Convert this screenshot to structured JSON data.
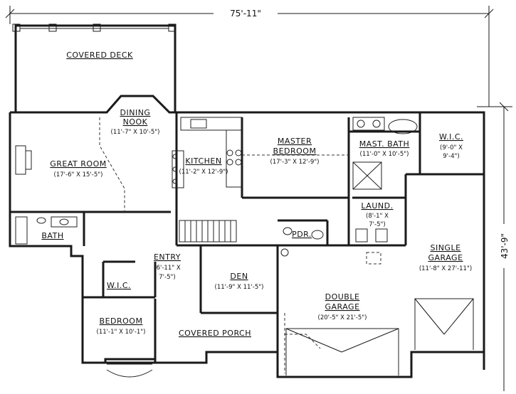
{
  "dimensions": {
    "overall_width": "75'-11\"",
    "overall_depth": "43'-9\""
  },
  "rooms": {
    "covered_deck": {
      "name": "COVERED DECK"
    },
    "dining_nook": {
      "name_line1": "DINING",
      "name_line2": "NOOK",
      "size": "(11'-7\" X 10'-5\")"
    },
    "great_room": {
      "name": "GREAT ROOM",
      "size": "(17'-6\" X 15'-5\")"
    },
    "kitchen": {
      "name": "KITCHEN",
      "size": "(11'-2\" X 12'-9\")"
    },
    "master_bedroom": {
      "name_line1": "MASTER",
      "name_line2": "BEDROOM",
      "size": "(17'-3\" X 12'-9\")"
    },
    "master_bath": {
      "name": "MAST. BATH",
      "size": "(11'-0\" X 10'-5\")"
    },
    "master_wic": {
      "name": "W.I.C.",
      "size_line1": "(9'-0\" X",
      "size_line2": "9'-4\")"
    },
    "bath": {
      "name": "BATH"
    },
    "laundry": {
      "name": "LAUND.",
      "size_line1": "(8'-1\" X",
      "size_line2": "7'-5\")"
    },
    "powder": {
      "name": "PDR."
    },
    "entry": {
      "name": "ENTRY",
      "size_line1": "(6'-11\" X",
      "size_line2": "7'-5\")"
    },
    "den": {
      "name": "DEN",
      "size": "(11'-9\" X 11'-5\")"
    },
    "bedroom_wic": {
      "name": "W.I.C."
    },
    "bedroom": {
      "name": "BEDROOM",
      "size": "(11'-1\" X 10'-1\")"
    },
    "covered_porch": {
      "name": "COVERED PORCH"
    },
    "double_garage": {
      "name_line1": "DOUBLE",
      "name_line2": "GARAGE",
      "size": "(20'-5\" X 21'-5\")"
    },
    "single_garage": {
      "name_line1": "SINGLE",
      "name_line2": "GARAGE",
      "size": "(11'-8\" X 27'-11\")"
    }
  }
}
